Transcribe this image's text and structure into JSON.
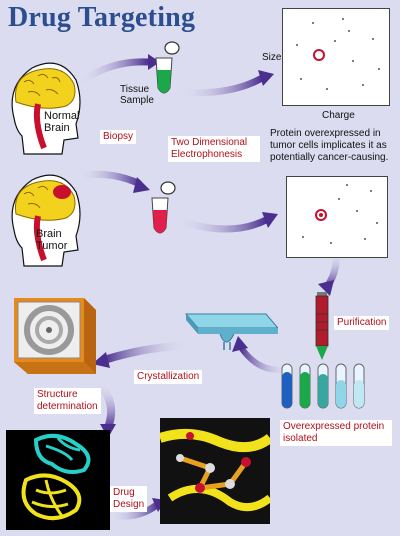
{
  "title": "Drug Targeting",
  "labels": {
    "normal_brain": [
      "Normal",
      "Brain"
    ],
    "brain_tumor": [
      "Brain",
      "Tumor"
    ],
    "tissue_sample": [
      "Tissue",
      "Sample"
    ],
    "biopsy": "Biopsy",
    "electrophoresis": [
      "Two Dimensional",
      "Electrophonesis"
    ],
    "protein_note": [
      "Protein overexpressed in",
      "tumor cells implicates it as",
      "potentially cancer-causing."
    ],
    "size_axis": "Size",
    "charge_axis": "Charge",
    "purification": "Purification",
    "crystallization": "Crystallization",
    "overexpressed_isolated": [
      "Overexpressed protein",
      "isolated"
    ],
    "structure_determination": [
      "Structure",
      "determination"
    ],
    "drug_design": [
      "Drug",
      "Design"
    ]
  },
  "colors": {
    "title": "#2c4d8e",
    "background": "#dcdcf0",
    "label_red": "#b0101c",
    "arrow": "#5a3d9a",
    "brain": "#f2d21c",
    "tumor": "#c8102e"
  }
}
